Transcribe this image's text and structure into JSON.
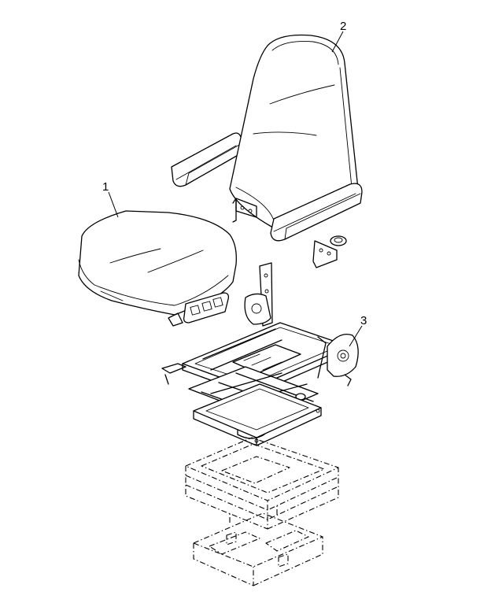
{
  "callouts": [
    {
      "id": "seat-cushion",
      "number": "1"
    },
    {
      "id": "seat-back",
      "number": "2"
    },
    {
      "id": "seat-suspension",
      "number": "3"
    }
  ],
  "colors": {
    "line": "#000000",
    "background": "#ffffff"
  }
}
